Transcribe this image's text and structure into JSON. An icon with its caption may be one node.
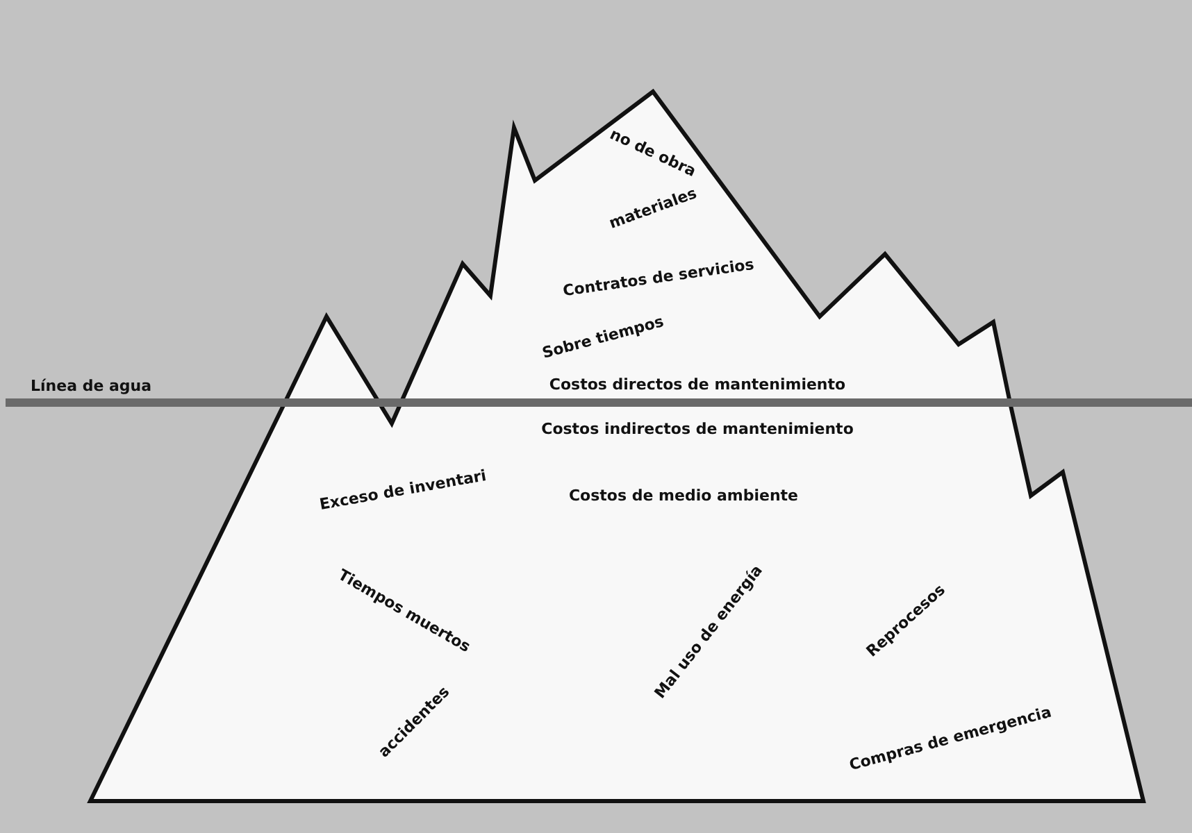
{
  "diagram": {
    "labels": [
      "Línea de agua",
      "no de obra",
      "materiales",
      "Contratos de servicios",
      "Sobre tiempos",
      "Costos directos de mantenimiento",
      "Costos indirectos de mantenimiento",
      "Exceso de inventari",
      "Costos de medio ambiente",
      "Tiempos muertos",
      "Mal uso de energía",
      "Reprocesos",
      "accidentes",
      "Compras de emergencia"
    ]
  }
}
